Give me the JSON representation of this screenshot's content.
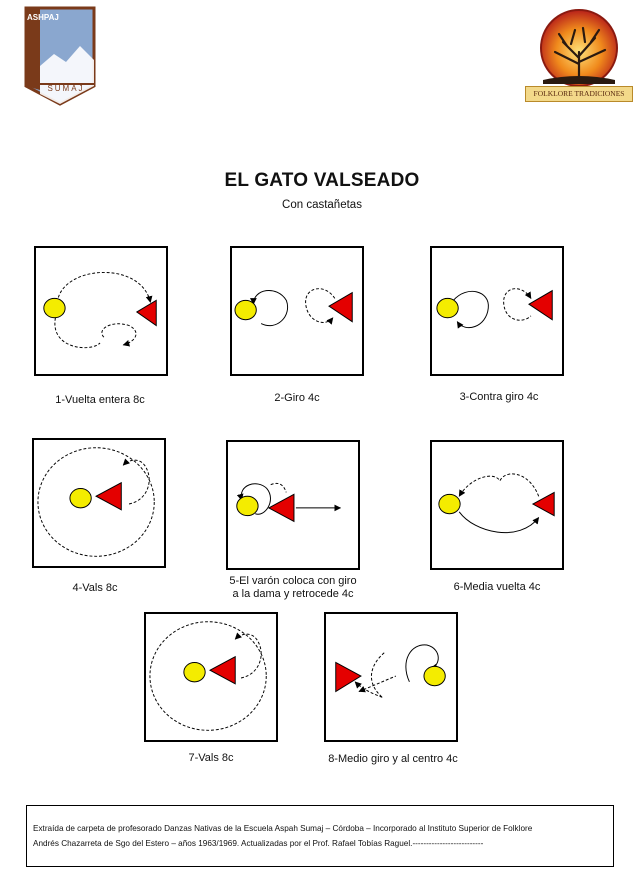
{
  "header": {
    "left_logo_text": "ASHPAJ",
    "left_logo_bottom_text": "SUMAJ",
    "right_logo_label": "FOLKLORE TRADICIONES"
  },
  "title": "EL GATO VALSEADO",
  "subtitle": "Con castañetas",
  "figures": [
    {
      "id": 1,
      "caption": "1-Vuelta entera 8c"
    },
    {
      "id": 2,
      "caption": "2-Giro 4c"
    },
    {
      "id": 3,
      "caption": "3-Contra giro 4c"
    },
    {
      "id": 4,
      "caption": "4-Vals 8c"
    },
    {
      "id": 5,
      "caption_line1": "5-El varón coloca con giro",
      "caption_line2": "a la dama y retrocede 4c"
    },
    {
      "id": 6,
      "caption": "6-Media vuelta 4c"
    },
    {
      "id": 7,
      "caption": "7-Vals 8c"
    },
    {
      "id": 8,
      "caption": "8-Medio giro y al centro 4c"
    }
  ],
  "colors": {
    "dama": "#f4ec00",
    "varon": "#e40000",
    "outline": "#000000"
  },
  "footer": {
    "line1": "Extraída de carpeta de profesorado Danzas Nativas de la Escuela Aspah Sumaj – Córdoba – Incorporado al Instituto Superior de Folklore",
    "line2": "Andrés Chazarreta de Sgo del Estero – años 1963/1969. Actualizadas por el Prof. Rafael Tobías Raguel.--------------------------"
  }
}
